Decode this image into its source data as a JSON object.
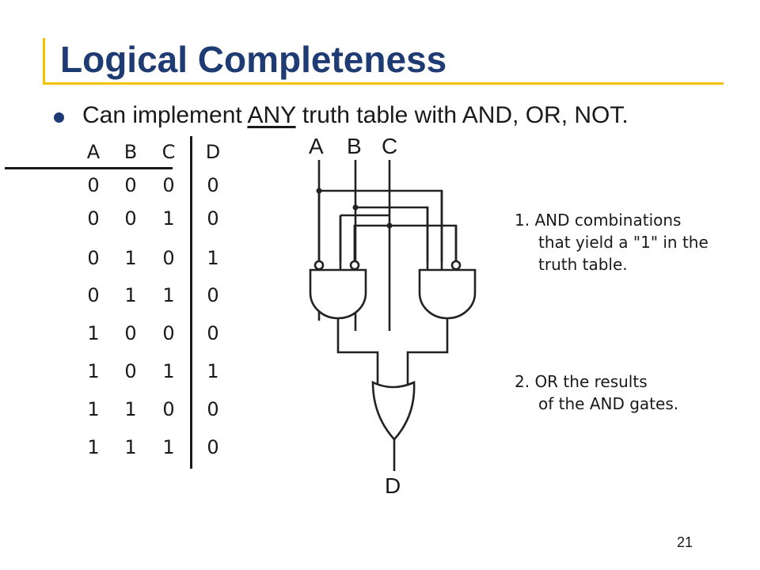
{
  "slide": {
    "title": "Logical Completeness",
    "page_number": "21",
    "accent_color": "#f3c300",
    "title_color": "#1f3b73"
  },
  "bullet": {
    "prefix": "Can implement ",
    "emphasis": "ANY",
    "suffix": " truth table with AND, OR, NOT."
  },
  "truth_table": {
    "headers": [
      "A",
      "B",
      "C",
      "D"
    ],
    "rows": [
      [
        "0",
        "0",
        "0",
        "0"
      ],
      [
        "0",
        "0",
        "1",
        "0"
      ],
      [
        "0",
        "1",
        "0",
        "1"
      ],
      [
        "0",
        "1",
        "1",
        "0"
      ],
      [
        "1",
        "0",
        "0",
        "0"
      ],
      [
        "1",
        "0",
        "1",
        "1"
      ],
      [
        "1",
        "1",
        "0",
        "0"
      ],
      [
        "1",
        "1",
        "1",
        "0"
      ]
    ]
  },
  "circuit": {
    "inputs": [
      "A",
      "B",
      "C"
    ],
    "output": "D"
  },
  "notes": {
    "step1_line1": "1. AND combinations",
    "step1_line2": "that yield a \"1\" in the",
    "step1_line3": "truth table.",
    "step2_line1": "2. OR the results",
    "step2_line2": "of the AND gates."
  }
}
